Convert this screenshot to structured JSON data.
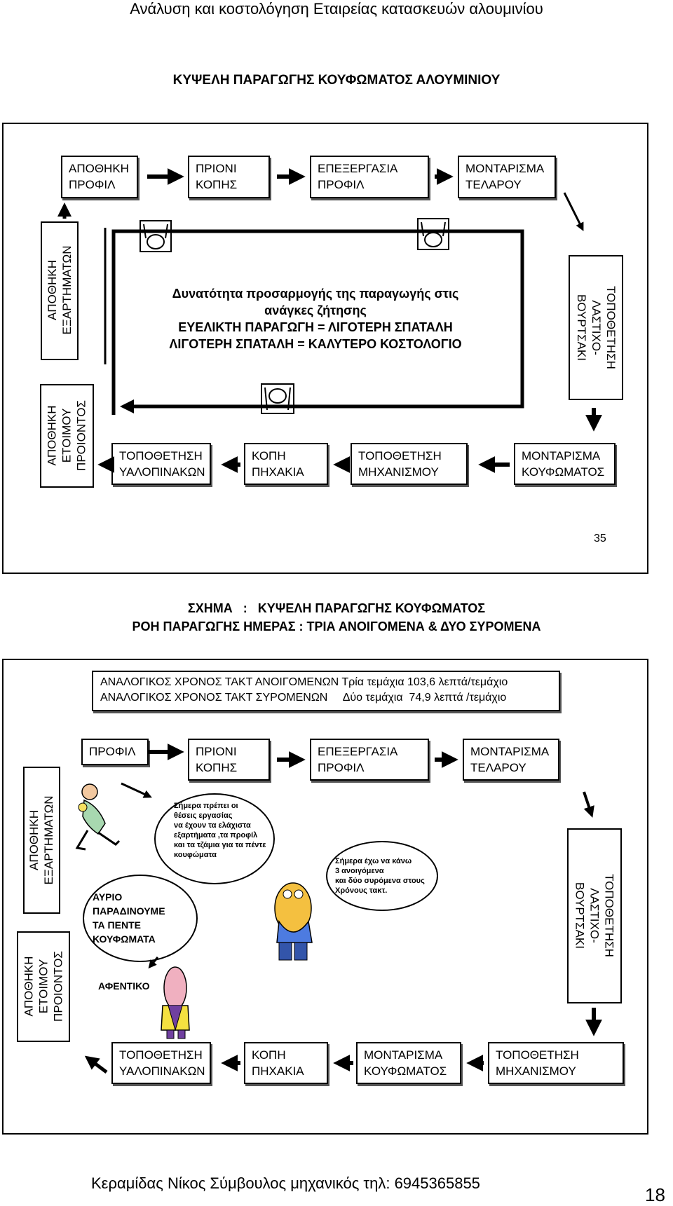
{
  "header": {
    "title": "Ανάλυση και κοστολόγηση Εταιρείας κατασκευών αλουμινίου"
  },
  "diagram1": {
    "title": "ΚΥΨΕΛΗ ΠΑΡΑΓΩΓΗΣ ΚΟΥΦΩΜΑΤΟΣ ΑΛΟΥΜΙΝΙΟΥ",
    "top_row": [
      {
        "l1": "ΑΠΟΘΗΚΗ",
        "l2": "ΠΡΟΦΙΛ"
      },
      {
        "l1": "ΠΡΙΟΝΙ",
        "l2": "ΚΟΠΗΣ"
      },
      {
        "l1": "ΕΠΕΞΕΡΓΑΣΙΑ",
        "l2": "ΠΡΟΦΙΛ"
      },
      {
        "l1": "ΜΟΝΤΑΡΙΣΜΑ",
        "l2": "ΤΕΛΑΡΟΥ"
      }
    ],
    "bottom_row": [
      {
        "l1": "ΤΟΠΟΘΕΤΗΣΗ",
        "l2": "ΥΑΛΟΠΙΝΑΚΩΝ"
      },
      {
        "l1": "ΚΟΠΗ",
        "l2": "ΠΗΧΑΚΙΑ"
      },
      {
        "l1": "ΤΟΠΟΘΕΤΗΣΗ",
        "l2": "ΜΗΧΑΝΙΣΜΟΥ"
      },
      {
        "l1": "ΜΟΝΤΑΡΙΣΜΑ",
        "l2": "ΚΟΥΦΩΜΑΤΟΣ"
      }
    ],
    "left_parts": {
      "l1": "ΑΠΟΘΗΚΗ",
      "l2": "ΕΞΑΡΤΗΜΑΤΩΝ"
    },
    "left_finished": {
      "l1": "ΑΠΟΘΗΚΗ",
      "l2": "ΕΤΟΙΜΟΥ",
      "l3": "ΠΡΟΙΟΝΤΟΣ"
    },
    "right_rubber": {
      "l1": "ΤΟΠΟΘΕΤΗΣΗ",
      "l2": "ΛΑΣΤΙΧΟ-",
      "l3": "ΒΟΥΡΤΣΑΚΙ"
    },
    "center": {
      "l1": "Δυνατότητα προσαρμογής της παραγωγής στις",
      "l2": "ανάγκες ζήτησης",
      "l3": "ΕΥΕΛΙΚΤΗ ΠΑΡΑΓΩΓΗ = ΛΙΓΟΤΕΡΗ ΣΠΑΤΑΛΗ",
      "l4": "ΛΙΓΟΤΕΡΗ ΣΠΑΤΑΛΗ = ΚΑΛΥΤΕΡΟ ΚΟΣΤΟΛΟΓΙΟ"
    },
    "page_ref": "35"
  },
  "caption": {
    "l1a": "ΣΧΗΜΑ",
    "l1sep": ":",
    "l1b": "ΚΥΨΕΛΗ ΠΑΡΑΓΩΓΗΣ ΚΟΥΦΩΜΑΤΟΣ",
    "l2": "ΡΟΗ ΠΑΡΑΓΩΓΗΣ ΗΜΕΡΑΣ : ΤΡΙΑ ΑΝΟΙΓΟΜΕΝΑ & ΔΥΟ ΣΥΡΟΜΕΝΑ"
  },
  "diagram2": {
    "takt_l1": "ΑΝΑΛΟΓΙΚΟΣ ΧΡΟΝΟΣ ΤΑΚΤ ΑΝΟΙΓΟΜΕΝΩΝ Τρία τεμάχια 103,6 λεπτά/τεμάχιο",
    "takt_l2": "ΑΝΑΛΟΓΙΚΟΣ ΧΡΟΝΟΣ ΤΑΚΤ ΣΥΡΟΜΕΝΩΝ     Δύο τεμάχια  74,9 λεπτά /τεμάχιο",
    "top_row": [
      {
        "l1": "ΠΡΟΦΙΛ",
        "l2": ""
      },
      {
        "l1": "ΠΡΙΟΝΙ",
        "l2": "ΚΟΠΗΣ"
      },
      {
        "l1": "ΕΠΕΞΕΡΓΑΣΙΑ",
        "l2": "ΠΡΟΦΙΛ"
      },
      {
        "l1": "ΜΟΝΤΑΡΙΣΜΑ",
        "l2": "ΤΕΛΑΡΟΥ"
      }
    ],
    "bottom_row": [
      {
        "l1": "ΤΟΠΟΘΕΤΗΣΗ",
        "l2": "ΥΑΛΟΠΙΝΑΚΩΝ"
      },
      {
        "l1": "ΚΟΠΗ",
        "l2": "ΠΗΧΑΚΙΑ"
      },
      {
        "l1": "ΜΟΝΤΑΡΙΣΜΑ",
        "l2": "ΚΟΥΦΩΜΑΤΟΣ"
      },
      {
        "l1": "ΤΟΠΟΘΕΤΗΣΗ",
        "l2": "ΜΗΧΑΝΙΣΜΟΥ"
      }
    ],
    "left_parts": {
      "l1": "ΑΠΟΘΗΚΗ",
      "l2": "ΕΞΑΡΤΗΜΑΤΩΝ"
    },
    "left_finished": {
      "l1": "ΑΠΟΘΗΚΗ",
      "l2": "ΕΤΟΙΜΟΥ",
      "l3": "ΠΡΟΙΟΝΤΟΣ"
    },
    "right_rubber": {
      "l1": "ΤΟΠΟΘΕΤΗΣΗ",
      "l2": "ΛΑΣΤΙΧΟ-",
      "l3": "ΒΟΥΡΤΣΑΚΙ"
    },
    "bubble_today": {
      "l1": "Σήμερα πρέπει  οι",
      "l2": "θέσεις εργασίας",
      "l3": "να έχουν τα ελάχιστα",
      "l4": "εξαρτήματα ,τα προφίλ",
      "l5": "και τα τζάμια για τα πέντε",
      "l6": "κουφώματα"
    },
    "bubble_worker": {
      "l1": "Σήμερα έχω να κάνω",
      "l2": "3 ανοιγόμενα",
      "l3": "και δύο συρόμενα στους",
      "l4": "Χρόνους τακτ."
    },
    "bubble_tomorrow": {
      "l1": "ΑΥΡΙΟ",
      "l2": "ΠΑΡΑΔΙΝΟΥΜΕ",
      "l3": "ΤΑ ΠΕΝΤΕ",
      "l4": "ΚΟΥΦΩΜΑΤΑ"
    },
    "boss_label": "ΑΦΕΝΤΙΚΟ"
  },
  "footer": {
    "author": "Κεραμίδας Νίκος Σύμβουλος μηχανικός τηλ: 6945365855",
    "page": "18"
  }
}
